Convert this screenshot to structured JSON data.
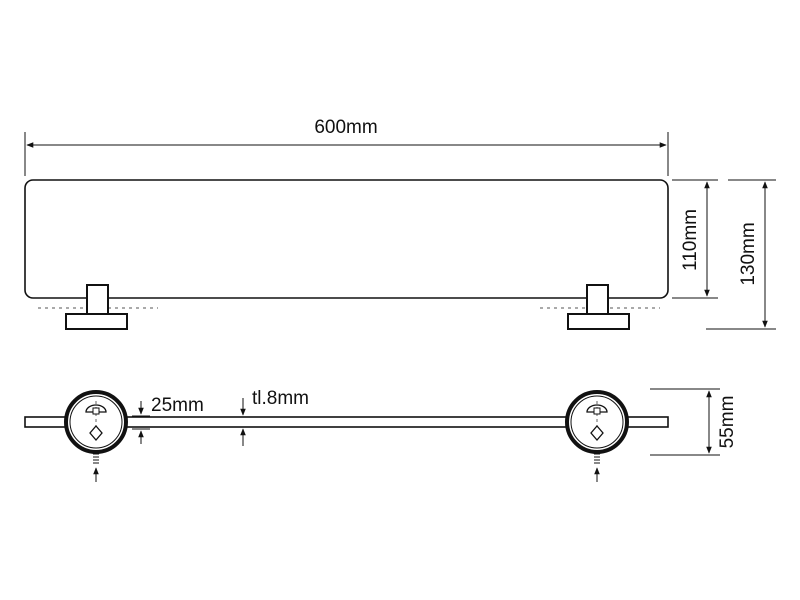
{
  "dimensions": {
    "length": "600mm",
    "shelf_height": "110mm",
    "total_height": "130mm",
    "bracket_width": "25mm",
    "thickness": "tl.8mm",
    "depth": "55mm"
  }
}
